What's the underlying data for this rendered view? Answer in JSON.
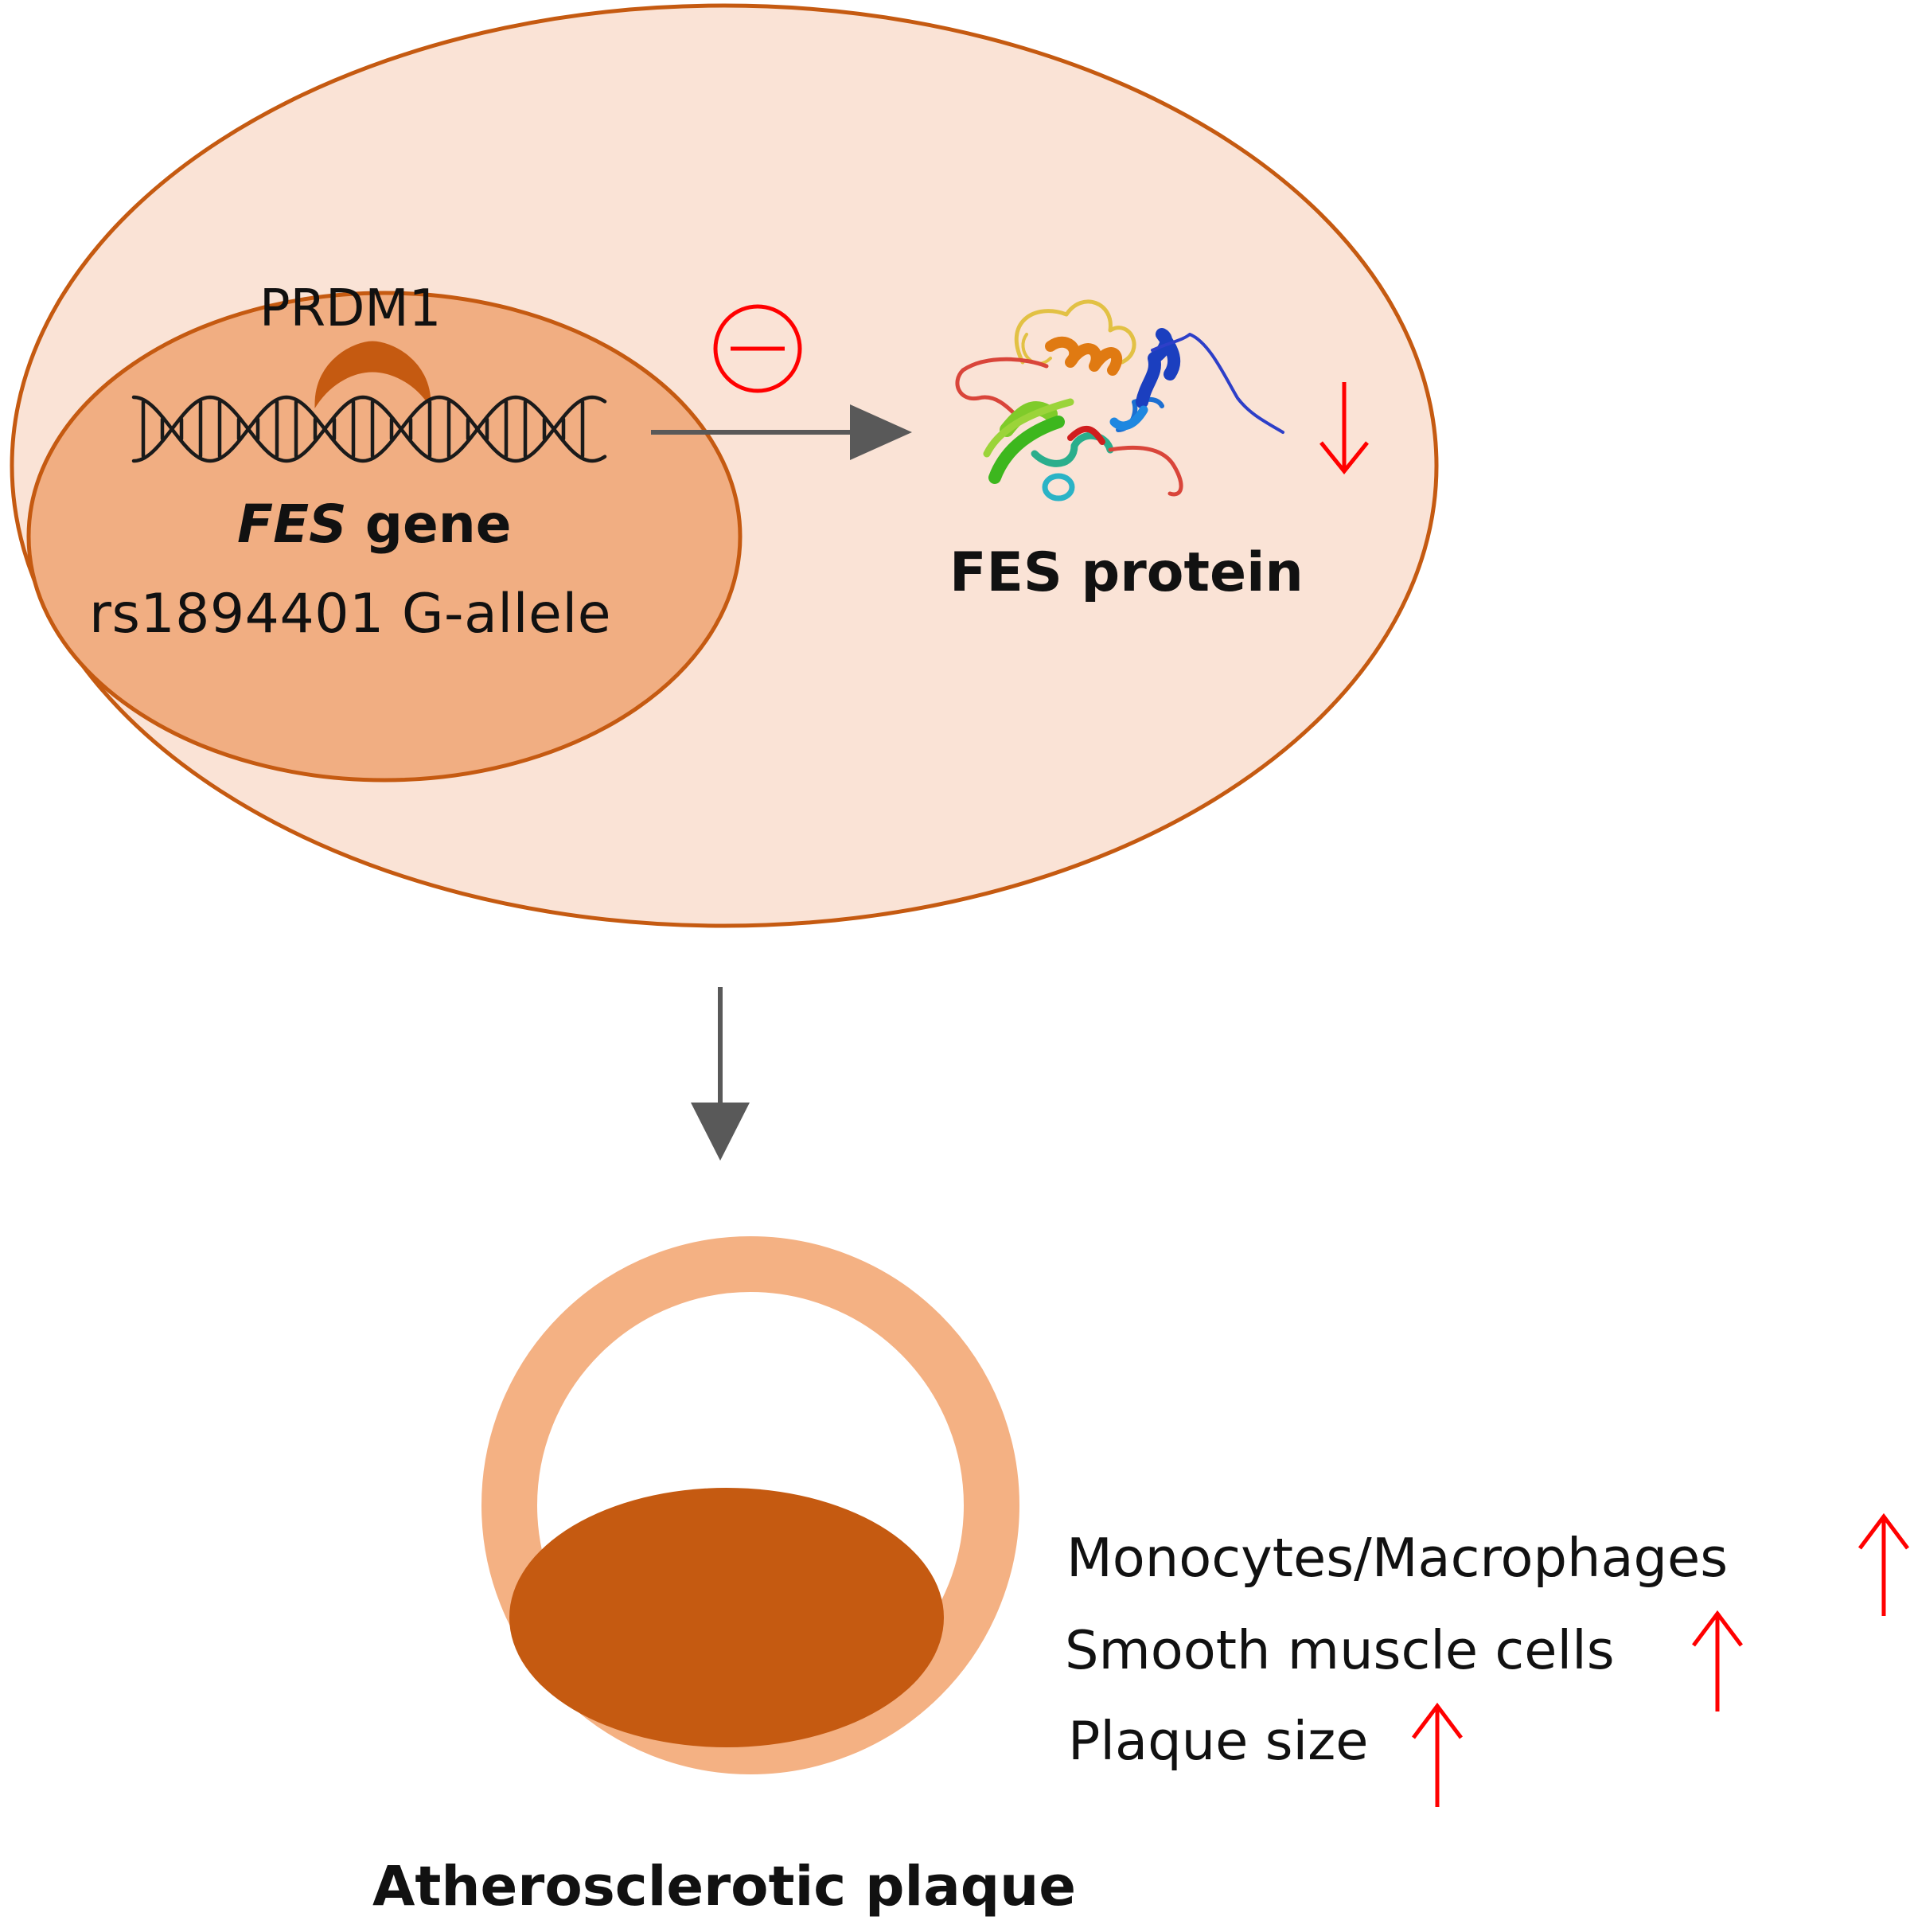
{
  "nucleus": {
    "protein_label": "PRDM1",
    "gene_label_italic": "FES",
    "gene_label_rest": " gene",
    "variant_label": "rs1894401 G-allele"
  },
  "inhibition_symbol": "⊖",
  "protein": {
    "label": "FES protein",
    "trend": "down"
  },
  "plaque": {
    "label": "Atherosclerotic plaque"
  },
  "effects": [
    {
      "text": "Monocytes/Macrophages",
      "trend": "up"
    },
    {
      "text": "Smooth muscle cells",
      "trend": "up"
    },
    {
      "text": "Plaque size",
      "trend": "up"
    }
  ],
  "colors": {
    "cell_fill": "#FAE3D6",
    "cell_stroke": "#C55A11",
    "nucleus_fill": "#F1AE82",
    "dna_stroke": "#1A1A1A",
    "prdm1_fill": "#C55A11",
    "arrow_gray": "#595959",
    "signal_red": "#FF0000",
    "vessel_ring": "#F4B183",
    "plaque_fill": "#C55A11"
  }
}
